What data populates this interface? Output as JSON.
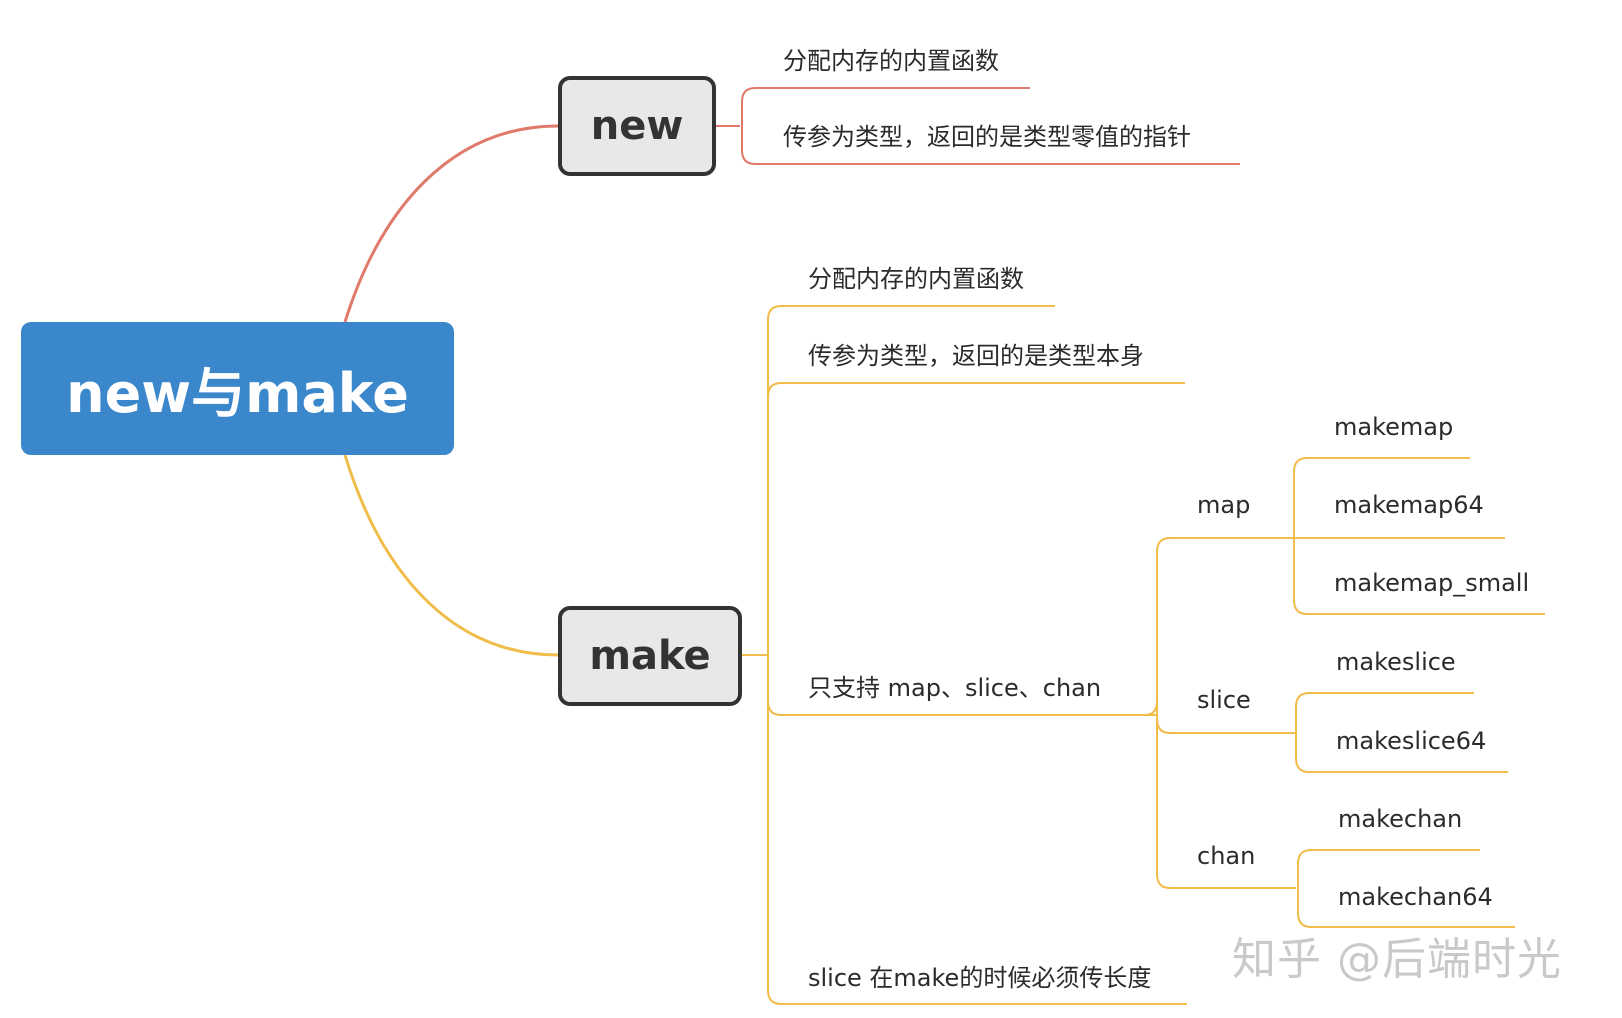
{
  "root": {
    "label": "new与make"
  },
  "new": {
    "label": "new",
    "children": [
      "分配内存的内置函数",
      "传参为类型，返回的是类型零值的指针"
    ]
  },
  "make": {
    "label": "make",
    "children": [
      "分配内存的内置函数",
      "传参为类型，返回的是类型本身",
      "只支持 map、slice、chan",
      "slice 在make的时候必须传长度"
    ]
  },
  "supports": {
    "map": {
      "label": "map",
      "items": [
        "makemap",
        "makemap64",
        "makemap_small"
      ]
    },
    "slice": {
      "label": "slice",
      "items": [
        "makeslice",
        "makeslice64"
      ]
    },
    "chan": {
      "label": "chan",
      "items": [
        "makechan",
        "makechan64"
      ]
    }
  },
  "watermark": "知乎 @后端时光",
  "colors": {
    "root": "#3b87cc",
    "new_branch": "#e07a6a",
    "make_branch": "#f0bc4a"
  }
}
